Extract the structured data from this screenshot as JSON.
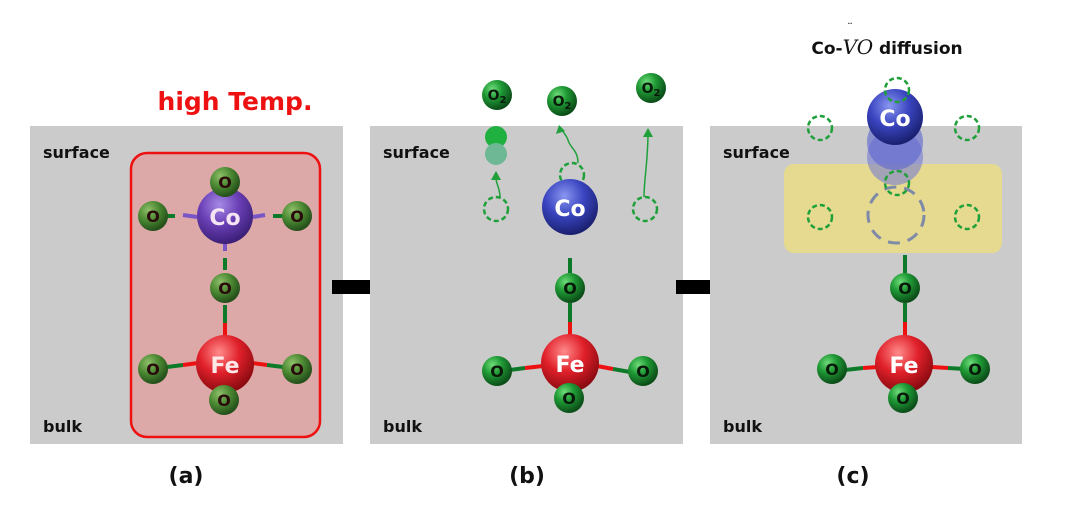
{
  "figure": {
    "panels": [
      {
        "id": "a",
        "caption": "(a)",
        "surface_label": "surface",
        "bulk_label": "bulk",
        "condition_label": "high Temp.",
        "atoms": {
          "co": "Co",
          "fe": "Fe",
          "o": "O"
        }
      },
      {
        "id": "b",
        "caption": "(b)",
        "surface_label": "surface",
        "bulk_label": "bulk",
        "released_molecule": "O2",
        "atoms": {
          "co": "Co",
          "fe": "Fe",
          "o": "O"
        }
      },
      {
        "id": "c",
        "caption": "(c)",
        "surface_label": "surface",
        "bulk_label": "bulk",
        "title_prefix": "Co-",
        "title_vacancy": "V",
        "title_vacancy_sub": "O",
        "title_suffix": " diffusion",
        "atoms": {
          "co": "Co",
          "fe": "Fe",
          "o": "O"
        }
      }
    ],
    "colors": {
      "panel_bg": "#cbcbcb",
      "highlight_red": "#ee1111",
      "highlight_red_fill": "#dda8a8",
      "highlight_yellow": "#e8dc8a",
      "oxygen": "#1a8a2a",
      "oxygen_dim": "#4f8a35",
      "cobalt_purple": "#6a3fb5",
      "cobalt_blue": "#3a45c0",
      "iron": "#e0202a",
      "vacancy_green": "#1fa03a",
      "vacancy_gray": "#7f8aa8",
      "arrow": "#000000"
    }
  }
}
